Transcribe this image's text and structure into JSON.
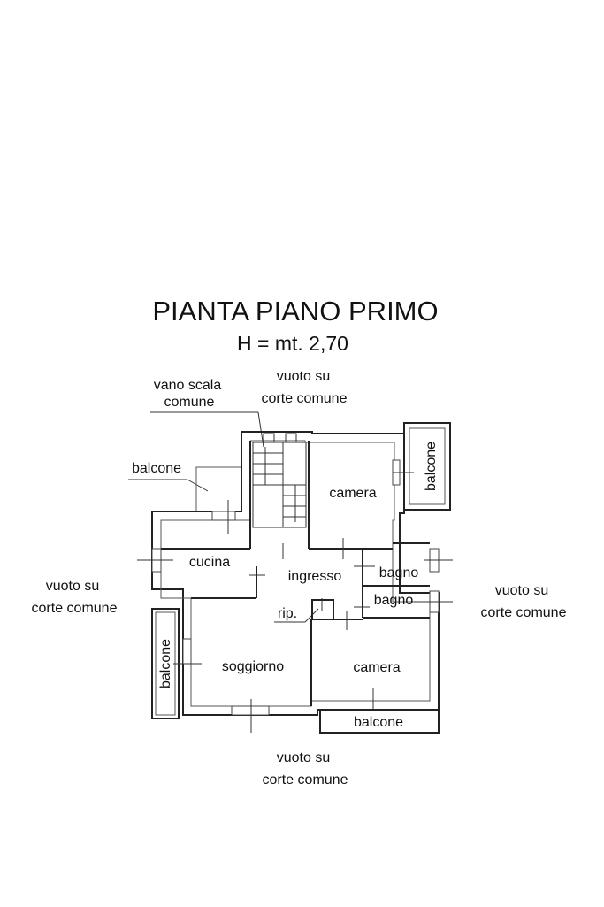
{
  "title": "PIANTA PIANO PRIMO",
  "subtitle": "H = mt. 2,70",
  "labels": {
    "vano_scala": [
      "vano scala",
      "comune"
    ],
    "vuoto_top": [
      "vuoto su",
      "corte comune"
    ],
    "vuoto_left": [
      "vuoto su",
      "corte comune"
    ],
    "vuoto_right": [
      "vuoto su",
      "corte comune"
    ],
    "vuoto_bottom": [
      "vuoto su",
      "corte comune"
    ],
    "balcone_top_left": "balcone"
  },
  "rooms": {
    "camera_top": "camera",
    "camera_bottom": "camera",
    "cucina": "cucina",
    "ingresso": "ingresso",
    "bagno_1": "bagno",
    "bagno_2": "bagno",
    "rip": "rip.",
    "soggiorno": "soggiorno",
    "balcone_right": "balcone",
    "balcone_left": "balcone",
    "balcone_bottom": "balcone"
  }
}
